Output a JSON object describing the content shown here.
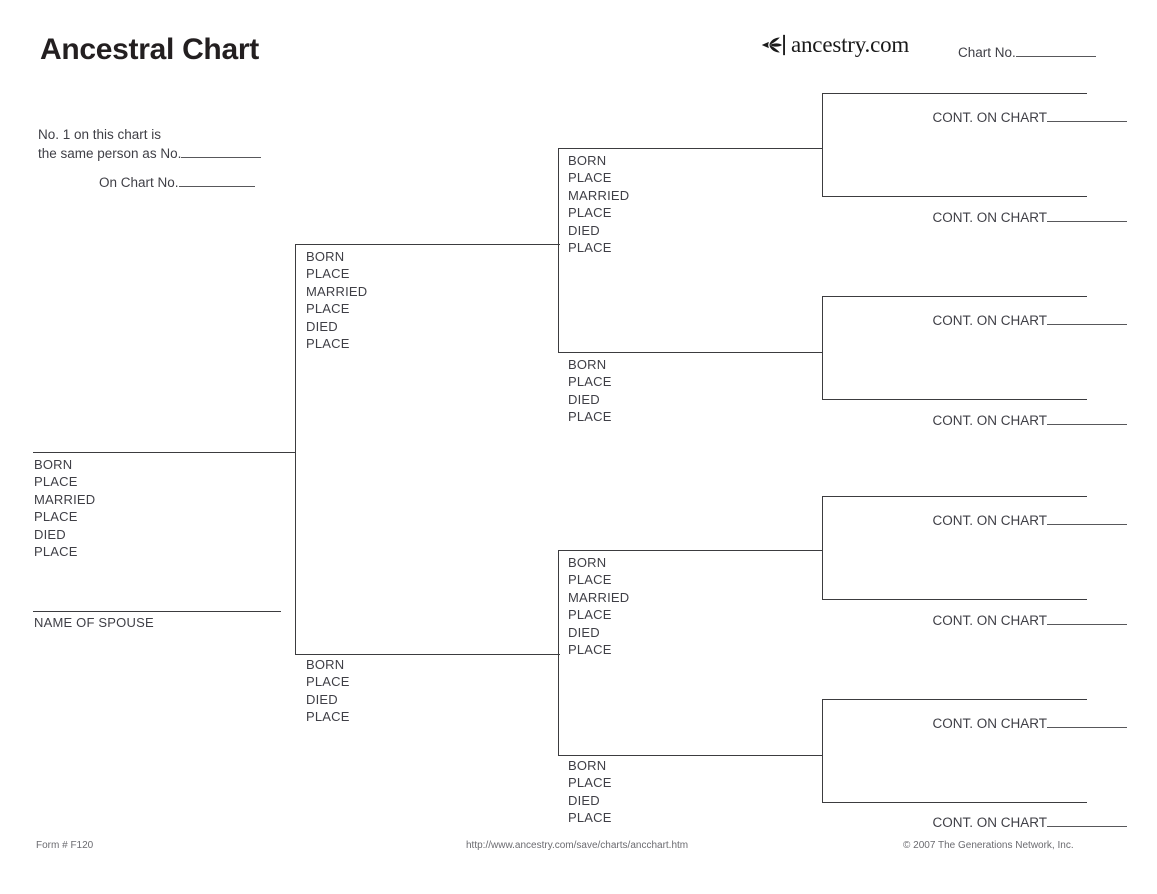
{
  "page": {
    "title": "Ancestral Chart",
    "ink_color": "#3f3f46",
    "line_color": "#3c3c3f"
  },
  "brand": {
    "logo_icon": "ancestry-leaf-icon",
    "wordmark": "ancestry.com"
  },
  "header": {
    "chart_no_label": "Chart No."
  },
  "cross_reference": {
    "line1": "No. 1 on this chart is",
    "line2": "the same person as No.",
    "line3": "On Chart No."
  },
  "field_sets": {
    "full": [
      "BORN",
      "PLACE",
      "MARRIED",
      "PLACE",
      "DIED",
      "PLACE"
    ],
    "short": [
      "BORN",
      "PLACE",
      "DIED",
      "PLACE"
    ]
  },
  "person_1": {
    "fields": [
      "BORN",
      "PLACE",
      "MARRIED",
      "PLACE",
      "DIED",
      "PLACE"
    ],
    "spouse_label": "NAME OF SPOUSE"
  },
  "generation_2": [
    {
      "name": "father",
      "fields": [
        "BORN",
        "PLACE",
        "MARRIED",
        "PLACE",
        "DIED",
        "PLACE"
      ]
    },
    {
      "name": "mother",
      "fields": [
        "BORN",
        "PLACE",
        "DIED",
        "PLACE"
      ]
    }
  ],
  "generation_3": [
    {
      "name": "paternal-grandfather",
      "fields": [
        "BORN",
        "PLACE",
        "MARRIED",
        "PLACE",
        "DIED",
        "PLACE"
      ]
    },
    {
      "name": "paternal-grandmother",
      "fields": [
        "BORN",
        "PLACE",
        "DIED",
        "PLACE"
      ]
    },
    {
      "name": "maternal-grandfather",
      "fields": [
        "BORN",
        "PLACE",
        "MARRIED",
        "PLACE",
        "DIED",
        "PLACE"
      ]
    },
    {
      "name": "maternal-grandmother",
      "fields": [
        "BORN",
        "PLACE",
        "DIED",
        "PLACE"
      ]
    }
  ],
  "generation_4": {
    "cont_label": "CONT. ON CHART",
    "slots": [
      "great-grandparent-1",
      "great-grandparent-2",
      "great-grandparent-3",
      "great-grandparent-4",
      "great-grandparent-5",
      "great-grandparent-6",
      "great-grandparent-7",
      "great-grandparent-8"
    ]
  },
  "footer": {
    "form_number": "Form # F120",
    "url": "http://www.ancestry.com/save/charts/ancchart.htm",
    "copyright": "© 2007 The Generations Network, Inc."
  }
}
